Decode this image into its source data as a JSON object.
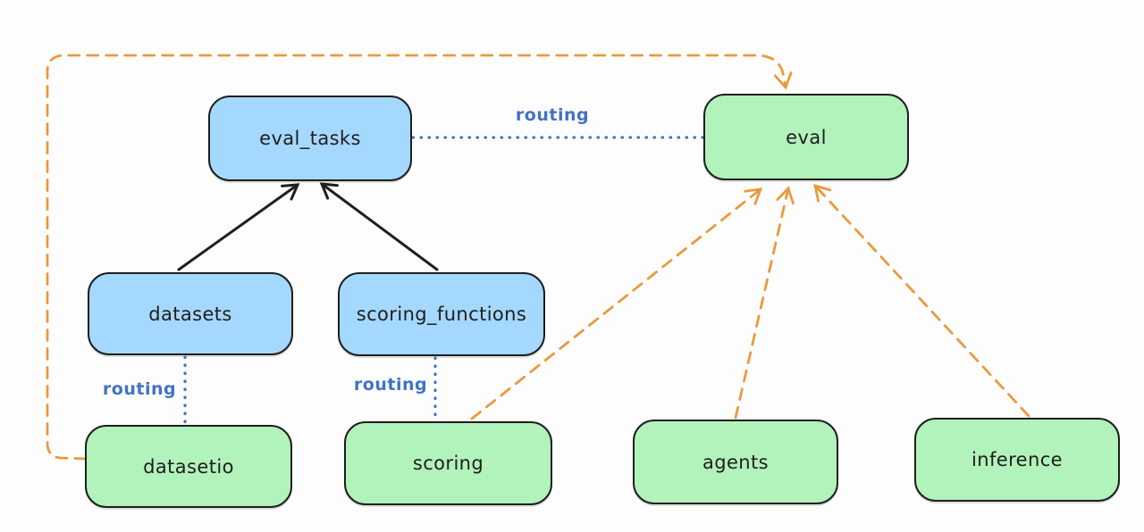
{
  "colors": {
    "node_blue_fill": "#a5d8ff",
    "node_green_fill": "#b2f2bb",
    "node_border": "#1e1e1e",
    "arrow_black": "#1e1e1e",
    "arrow_orange": "#e99a3e",
    "routing_blue": "#4173c6",
    "canvas_background": "#fdfdfd"
  },
  "nodes": {
    "eval_tasks": {
      "label": "eval_tasks",
      "color": "blue"
    },
    "eval": {
      "label": "eval",
      "color": "green"
    },
    "datasets": {
      "label": "datasets",
      "color": "blue"
    },
    "scoring_functions": {
      "label": "scoring_functions",
      "color": "blue"
    },
    "datasetio": {
      "label": "datasetio",
      "color": "green"
    },
    "scoring": {
      "label": "scoring",
      "color": "green"
    },
    "agents": {
      "label": "agents",
      "color": "green"
    },
    "inference": {
      "label": "inference",
      "color": "green"
    }
  },
  "edges": {
    "eval_tasks_eval": {
      "from": "eval_tasks",
      "to": "eval",
      "style": "dotted-blue",
      "label": "routing"
    },
    "datasets_datasetio": {
      "from": "datasets",
      "to": "datasetio",
      "style": "dotted-blue",
      "label": "routing"
    },
    "scoring_functions_scoring": {
      "from": "scoring_functions",
      "to": "scoring",
      "style": "dotted-blue",
      "label": "routing"
    },
    "datasets_eval_tasks": {
      "from": "datasets",
      "to": "eval_tasks",
      "style": "solid-black-arrow"
    },
    "scoring_functions_eval_tasks": {
      "from": "scoring_functions",
      "to": "eval_tasks",
      "style": "solid-black-arrow"
    },
    "datasetio_eval": {
      "from": "datasetio",
      "to": "eval",
      "style": "dashed-orange-arrow"
    },
    "scoring_eval": {
      "from": "scoring",
      "to": "eval",
      "style": "dashed-orange-arrow"
    },
    "agents_eval": {
      "from": "agents",
      "to": "eval",
      "style": "dashed-orange-arrow"
    },
    "inference_eval": {
      "from": "inference",
      "to": "eval",
      "style": "dashed-orange-arrow"
    }
  }
}
